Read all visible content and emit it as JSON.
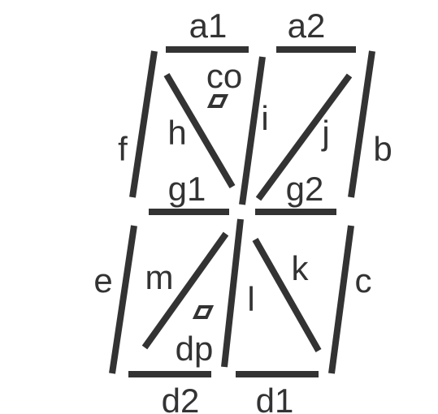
{
  "segments": [
    {
      "id": "a1",
      "label": "a1"
    },
    {
      "id": "a2",
      "label": "a2"
    },
    {
      "id": "b",
      "label": "b"
    },
    {
      "id": "c",
      "label": "c"
    },
    {
      "id": "d1",
      "label": "d1"
    },
    {
      "id": "d2",
      "label": "d2"
    },
    {
      "id": "e",
      "label": "e"
    },
    {
      "id": "f",
      "label": "f"
    },
    {
      "id": "g1",
      "label": "g1"
    },
    {
      "id": "g2",
      "label": "g2"
    },
    {
      "id": "h",
      "label": "h"
    },
    {
      "id": "i",
      "label": "i"
    },
    {
      "id": "j",
      "label": "j"
    },
    {
      "id": "k",
      "label": "k"
    },
    {
      "id": "l",
      "label": "l"
    },
    {
      "id": "m",
      "label": "m"
    }
  ],
  "dots": [
    {
      "id": "co",
      "label": "co"
    },
    {
      "id": "dp",
      "label": "dp"
    }
  ],
  "colors": {
    "segment": "#333333",
    "label": "#333333",
    "background": "#ffffff"
  }
}
